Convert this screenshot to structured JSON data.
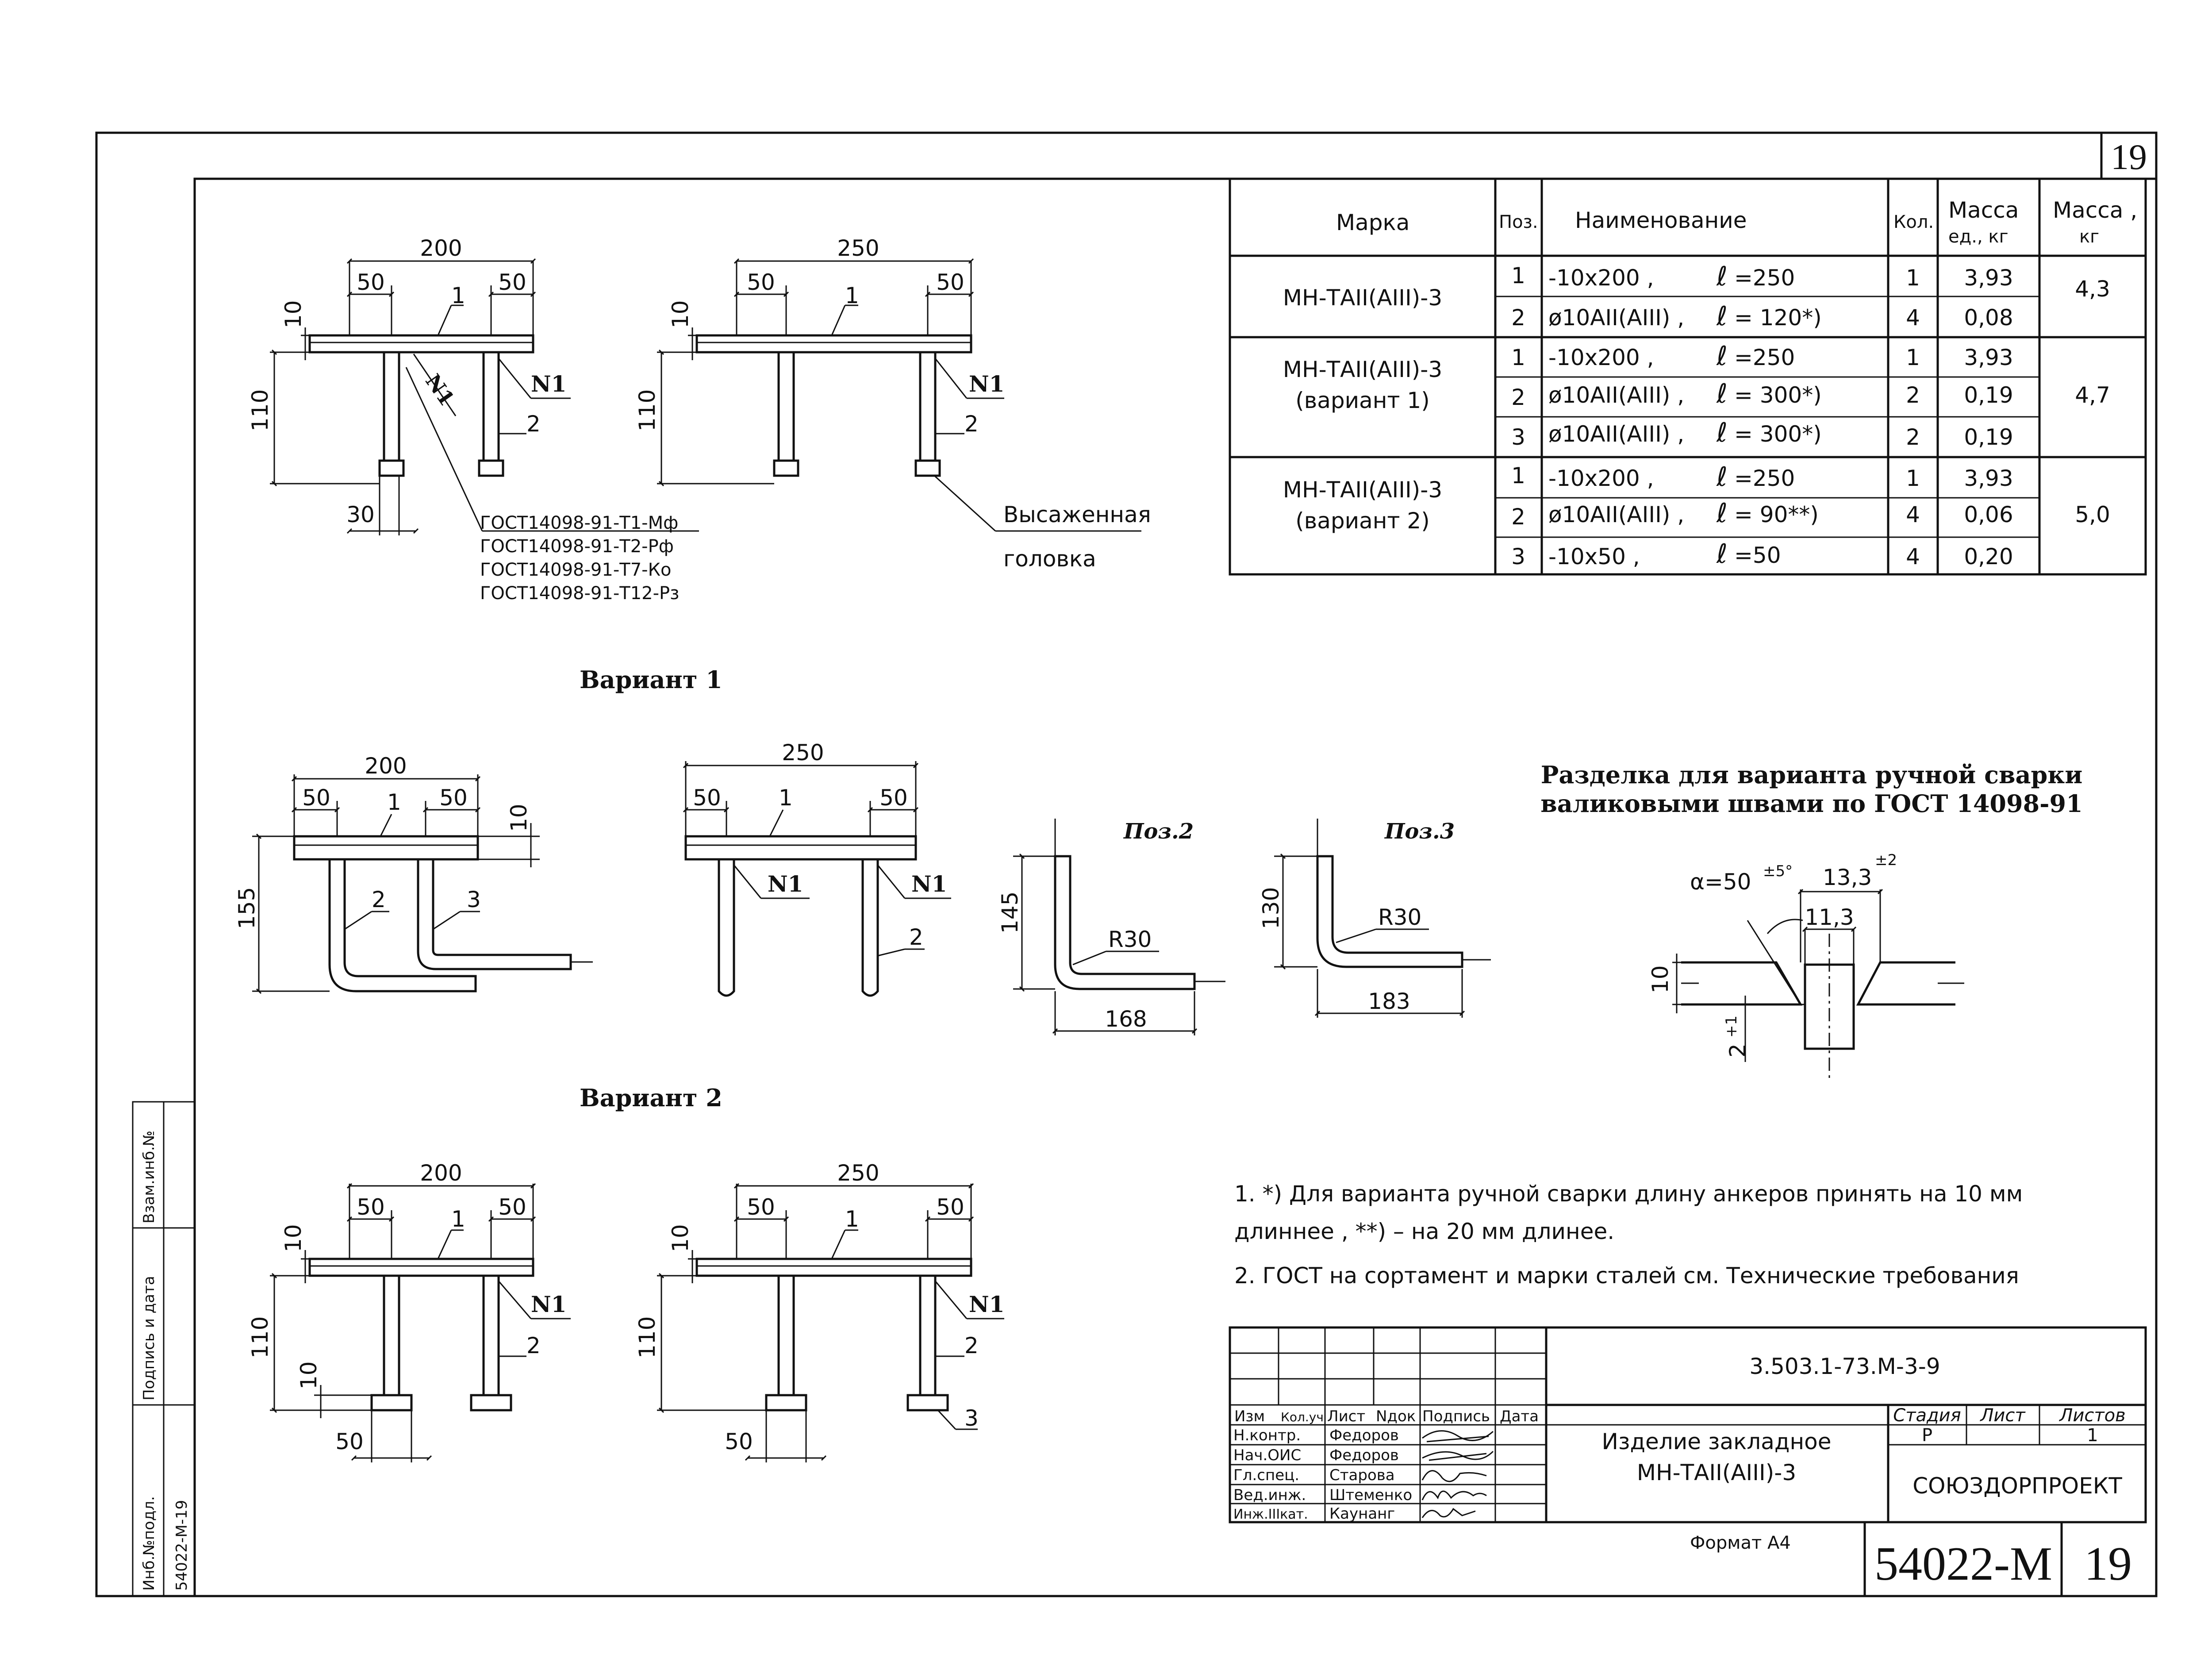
{
  "sheet": {
    "number": "19",
    "format": "Формат А4",
    "code": "54022-М",
    "side_stamp": [
      "Инб.№подл.",
      "Подпись и дата",
      "Взам.инб.№",
      "54022-М-19"
    ]
  },
  "spec_table": {
    "headers": [
      "Марка",
      "Поз.",
      "Наименование",
      "Кол.",
      "Масса ед., кг",
      "Масса , кг"
    ],
    "header_mass_unit_lines": [
      "Масса",
      "ед., кг"
    ],
    "header_mass_total_lines": [
      "Масса ,",
      "кг"
    ],
    "groups": [
      {
        "mark": [
          "МН-ТАII(AIII)-3"
        ],
        "mass": "4,3",
        "rows": [
          {
            "pos": "1",
            "name": "-10x200 ,",
            "l": "=250",
            "qty": "1",
            "unit": "3,93"
          },
          {
            "pos": "2",
            "name": "ø10AII(AIII) ,",
            "l": "= 120*)",
            "qty": "4",
            "unit": "0,08"
          }
        ]
      },
      {
        "mark": [
          "МН-ТАII(AIII)-3",
          "(вариант 1)"
        ],
        "mass": "4,7",
        "rows": [
          {
            "pos": "1",
            "name": "-10x200 ,",
            "l": "=250",
            "qty": "1",
            "unit": "3,93"
          },
          {
            "pos": "2",
            "name": "ø10AII(AIII) ,",
            "l": "= 300*)",
            "qty": "2",
            "unit": "0,19"
          },
          {
            "pos": "3",
            "name": "ø10AII(AIII) ,",
            "l": "= 300*)",
            "qty": "2",
            "unit": "0,19"
          }
        ]
      },
      {
        "mark": [
          "МН-ТАII(AIII)-3",
          "(вариант 2)"
        ],
        "mass": "5,0",
        "rows": [
          {
            "pos": "1",
            "name": "-10x200 ,",
            "l": "=250",
            "qty": "1",
            "unit": "3,93"
          },
          {
            "pos": "2",
            "name": "ø10AII(AIII) ,",
            "l": "= 90**)",
            "qty": "4",
            "unit": "0,06"
          },
          {
            "pos": "3",
            "name": "-10x50 ,",
            "l": "=50",
            "qty": "4",
            "unit": "0,20"
          }
        ]
      }
    ]
  },
  "drawings": {
    "dims": {
      "d200": "200",
      "d250": "250",
      "d50": "50",
      "d10": "10",
      "d110": "110",
      "d30": "30",
      "d155": "155",
      "d145": "145",
      "d130": "130",
      "d168": "168",
      "d183": "183",
      "r30": "R30"
    },
    "labels": {
      "p1": "1",
      "p2": "2",
      "p3": "3",
      "weld": "N1"
    },
    "gost": [
      "ГОСТ14098-91-Т1-Мф",
      "ГОСТ14098-91-Т2-Рф",
      "ГОСТ14098-91-Т7-Ко",
      "ГОСТ14098-91-Т12-Рз"
    ],
    "upset_head": [
      "Высаженная",
      "головка"
    ],
    "variant1": "Вариант 1",
    "variant2": "Вариант 2",
    "pos2": "Поз.2",
    "pos3": "Поз.3"
  },
  "bevel": {
    "title": [
      "Разделка для варианта ручной сварки",
      "валиковыми швами по ГОСТ 14098-91"
    ],
    "alpha": "α=50",
    "alpha_tol": "±5°",
    "d13": "13,3",
    "d13_tol": "±2",
    "d11": "11,3",
    "d10": "10",
    "d2": "2",
    "d2_tol": "+1"
  },
  "notes": [
    "1. *) Для варианта ручной сварки длину анкеров принять на 10 мм",
    "длиннее , **) – на 20 мм длинее.",
    "2. ГОСТ на сортамент и марки сталей см. Технические требования"
  ],
  "title_block": {
    "doc_code": "3.503.1-73.М-3-9",
    "change_headers": [
      "Изм",
      "Кол.уч",
      "Лист",
      "Nдок",
      "Подпись",
      "Дата"
    ],
    "people": [
      {
        "role": "Н.контр.",
        "name": "Федоров"
      },
      {
        "role": "Нач.ОИС",
        "name": "Федоров"
      },
      {
        "role": "Гл.спец.",
        "name": "Старова"
      },
      {
        "role": "Вед.инж.",
        "name": "Штеменко"
      },
      {
        "role": "Инж.IIIкат.",
        "name": "Каунанг"
      }
    ],
    "item_name": [
      "Изделие закладное",
      "МН-ТАII(AIII)-3"
    ],
    "stage_headers": [
      "Стадия",
      "Лист",
      "Листов"
    ],
    "stage_values": [
      "Р",
      "",
      "1"
    ],
    "org": "СОЮЗДОРПРОЕКТ"
  }
}
